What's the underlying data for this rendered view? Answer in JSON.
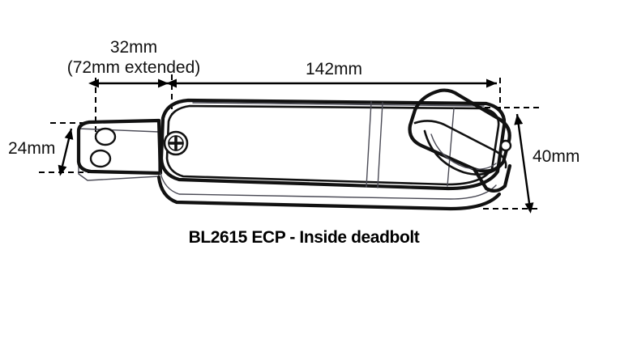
{
  "drawing": {
    "title": "BL2615 ECP - Inside deadbolt",
    "subject": "door lock inside deadbolt technical dimension drawing",
    "background_color": "#ffffff",
    "line_color": "#111111",
    "text_color": "#111111"
  },
  "dimensions": {
    "bolt_length": {
      "label": "32mm",
      "note": "(72mm extended)",
      "orientation": "horizontal",
      "arrow": "double-headed"
    },
    "body_length": {
      "label": "142mm",
      "orientation": "horizontal",
      "arrow": "double-headed"
    },
    "bolt_height": {
      "label": "24mm",
      "orientation": "vertical",
      "arrow": "double-headed"
    },
    "body_height": {
      "label": "40mm",
      "orientation": "vertical",
      "arrow": "double-headed"
    }
  },
  "parts": {
    "deadbolt_plate": "deadbolt-plate",
    "lock_body": "lock-body",
    "thumbturn_knob": "thumbturn-knob",
    "fixing_screw": "phillips-screw",
    "bolt_hole_upper": "bolt-hole",
    "bolt_hole_lower": "bolt-hole"
  },
  "caption": {
    "model": "BL2615 ECP - Inside deadbolt"
  }
}
